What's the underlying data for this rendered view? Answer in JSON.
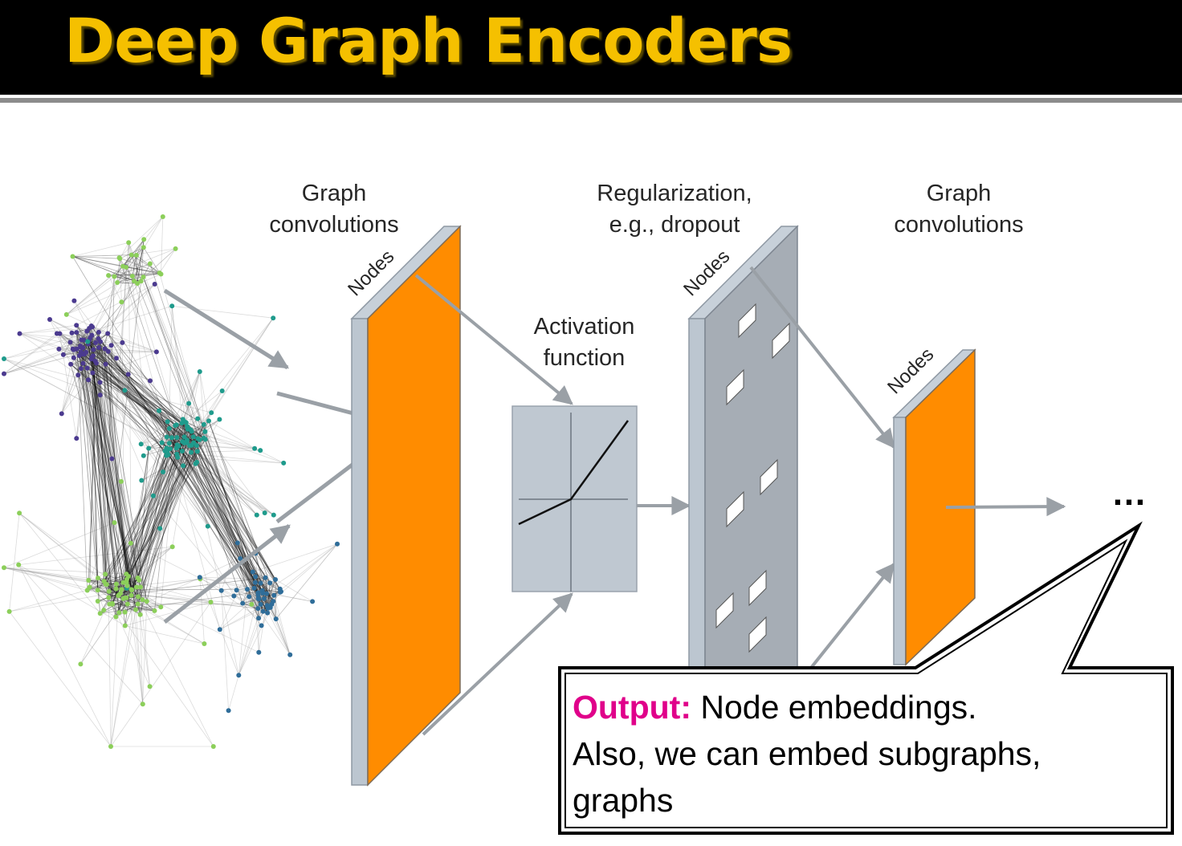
{
  "slide": {
    "title": "Deep Graph Encoders"
  },
  "diagram": {
    "labels": {
      "graph_conv_1_line1": "Graph",
      "graph_conv_1_line2": "convolutions",
      "regularization_line1": "Regularization,",
      "regularization_line2": "e.g., dropout",
      "graph_conv_2_line1": "Graph",
      "graph_conv_2_line2": "convolutions",
      "activation_line1": "Activation",
      "activation_line2": "function",
      "nodes_1": "Nodes",
      "nodes_2": "Nodes",
      "nodes_3": "Nodes",
      "ellipsis": "…"
    },
    "colors": {
      "orange_layer": "#ff8c00",
      "gray_layer": "#a6adb5",
      "layer_side": "#bcc6d0",
      "activation_box": "#bfc8d1",
      "arrow": "#9aa0a6",
      "graph_purple": "#4b3a8f",
      "graph_teal": "#1f9b8c",
      "graph_blue": "#2f6d99",
      "graph_green": "#8ccf5a"
    }
  },
  "callout": {
    "highlight": "Output:",
    "text_line1": " Node embeddings.",
    "text_line2": "Also, we can embed subgraphs,",
    "text_line3": "graphs",
    "highlight_color": "#e0008a"
  }
}
